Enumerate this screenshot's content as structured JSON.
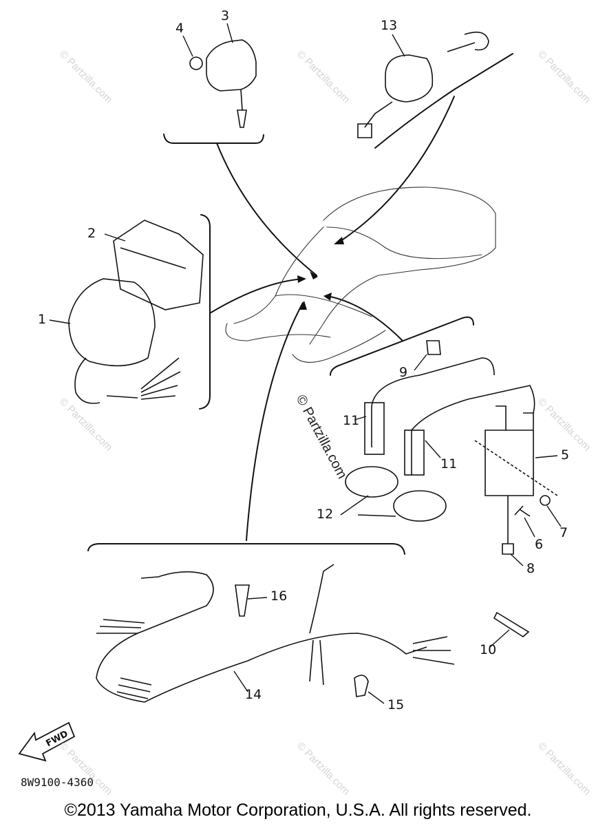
{
  "callouts": [
    {
      "id": "1",
      "label": "1"
    },
    {
      "id": "2",
      "label": "2"
    },
    {
      "id": "3",
      "label": "3"
    },
    {
      "id": "4",
      "label": "4"
    },
    {
      "id": "5",
      "label": "5"
    },
    {
      "id": "6",
      "label": "6"
    },
    {
      "id": "7",
      "label": "7"
    },
    {
      "id": "8",
      "label": "8"
    },
    {
      "id": "9",
      "label": "9"
    },
    {
      "id": "10",
      "label": "10"
    },
    {
      "id": "11a",
      "label": "11"
    },
    {
      "id": "11b",
      "label": "11"
    },
    {
      "id": "12",
      "label": "12"
    },
    {
      "id": "13",
      "label": "13"
    },
    {
      "id": "14",
      "label": "14"
    },
    {
      "id": "15",
      "label": "15"
    },
    {
      "id": "16",
      "label": "16"
    }
  ],
  "fwd_label": "FWD",
  "diagram_code": "8W9100-4360",
  "copyright": "©2013 Yamaha Motor Corporation, U.S.A. All rights reserved.",
  "watermark": "© Partzilla.com",
  "center_watermark": "© Partzilla.com",
  "line_color": "#111111"
}
